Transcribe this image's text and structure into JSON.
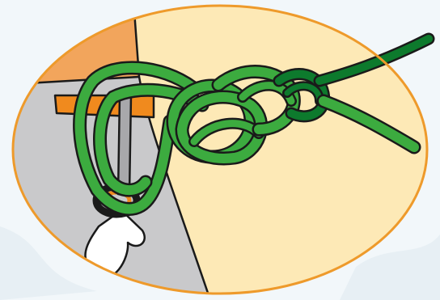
{
  "illustration": {
    "subject": "figure-eight-follow-through-knot",
    "colors": {
      "page_background": "#f2f7fa",
      "background_texture": "#e3edf2",
      "oval_fill": "#fde9b6",
      "oval_border": "#ee9a2b",
      "harness_orange": "#f2a55c",
      "harness_gray": "#c9c9cb",
      "harness_white": "#ffffff",
      "webbing_orange": "#f08a1e",
      "belay_ring": "#f08a1e",
      "rope_green": "#3cab3f",
      "rope_dark_green": "#0d7a2d",
      "carabiner_gray": "#a8a8ab",
      "outline": "#1a1a1a"
    },
    "parts": [
      {
        "name": "harness-leg-loop"
      },
      {
        "name": "harness-waist-belt"
      },
      {
        "name": "belay-loop-ring"
      },
      {
        "name": "carabiner"
      },
      {
        "name": "rope-bight"
      },
      {
        "name": "figure-eight-knot"
      },
      {
        "name": "rope-tail"
      }
    ]
  }
}
